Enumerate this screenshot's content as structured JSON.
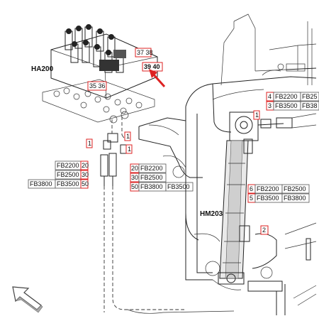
{
  "assemblies": {
    "valve_block": "HA200",
    "cylinder": "HM203"
  },
  "callouts": {
    "c37_38": "37 38",
    "c39_40": "39 40",
    "c35_36": "35 36",
    "c1": "1",
    "c2": "2",
    "c4": "4",
    "c3": "3",
    "c5": "5",
    "c6": "6",
    "c20": "20",
    "c30": "30",
    "c50": "50"
  },
  "hose_labels": {
    "left_a": "FB2200",
    "left_b": "FB2500",
    "left_c1": "FB3800",
    "left_c2": "FB3500",
    "mid_a": "FB2200",
    "mid_b": "FB2500",
    "mid_c1": "FB3800",
    "mid_c2": "FB3500",
    "r4_a": "FB2200",
    "r4_b": "FB25",
    "r3_a": "FB3500",
    "r3_b": "FB38",
    "r6_a": "FB2200",
    "r6_b": "FB2500",
    "r5_a": "FB3500",
    "r5_b": "FB3800"
  },
  "colors": {
    "callout_border": "#dd2222",
    "arrow": "#dd2222",
    "line": "#222222"
  },
  "icons": {
    "nav_arrow": "arrow-up-left-icon"
  }
}
